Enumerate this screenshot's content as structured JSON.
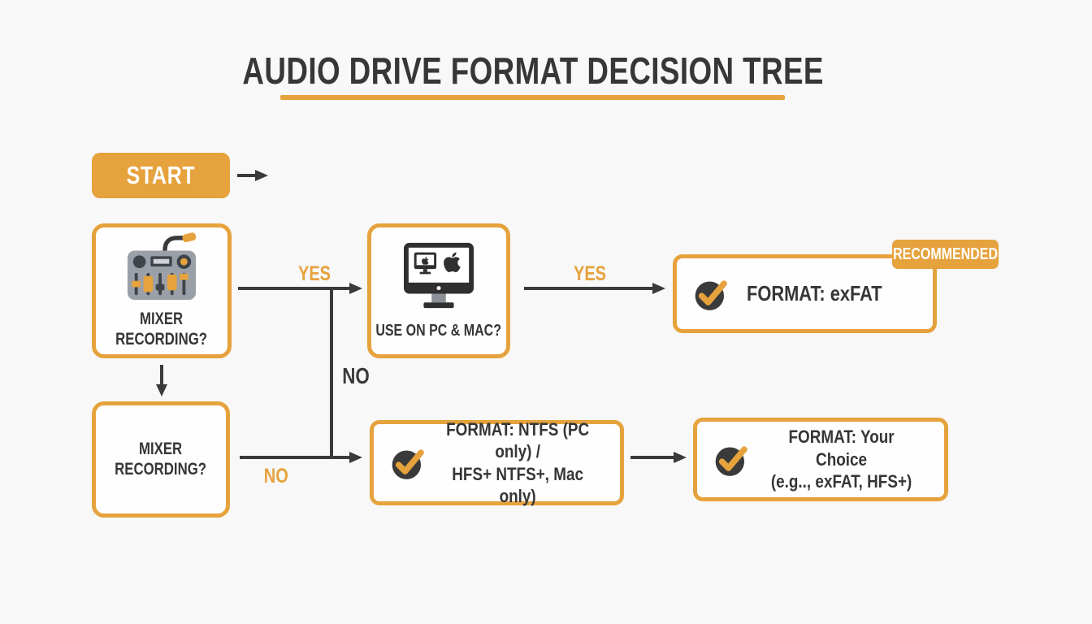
{
  "title": "AUDIO DRIVE FORMAT DECISION TREE",
  "colors": {
    "accent_orange": "#E6A23C",
    "dark_text": "#3A3A3A",
    "background": "#F7F8F7",
    "box_fill": "#FFFFFF",
    "badge_text": "#FFFFFF"
  },
  "icons": {
    "mixer": "mixer-icon",
    "pc_mac": "pc-mac-monitor-icon",
    "check": "check-circle-icon"
  },
  "nodes": {
    "start": {
      "label": "START"
    },
    "mixer_question_top": {
      "line1": "MIXER",
      "line2": "RECORDING?"
    },
    "pc_mac_question": {
      "label": "USE ON PC & MAC?"
    },
    "format_exfat": {
      "label": "FORMAT: exFAT",
      "badge": "RECOMMENDED"
    },
    "mixer_question_bottom": {
      "line1": "MIXER",
      "line2": "RECORDING?"
    },
    "format_ntfs": {
      "line1": "FORMAT: NTFS (PC only) /",
      "line2": "HFS+ NTFS+, Mac only)"
    },
    "format_your_choice": {
      "line1": "FORMAT: Your Choice",
      "line2": "(e.g.., exFAT, HFS+)"
    }
  },
  "edges": {
    "yes_top": "YES",
    "yes_right": "YES",
    "no_vertical": "NO",
    "no_bottom": "NO"
  }
}
